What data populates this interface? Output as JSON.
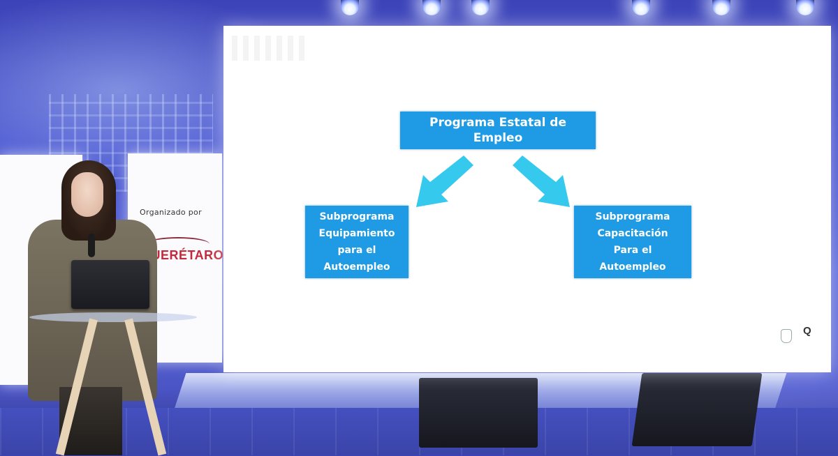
{
  "slide": {
    "top_box": "Programa Estatal de\nEmpleo",
    "left_box": "Subprograma\nEquipamiento\npara el\nAutoempleo",
    "right_box": "Subprograma\nCapacitación\nPara el\nAutoempleo",
    "box_color": "#1f9ae5",
    "arrow_color": "#35c9ee",
    "corner_logo": "Q"
  },
  "stage": {
    "banner_text": "Organizado por",
    "banner_brand": "QUERÉTARO",
    "brand_color": "#c2293a"
  }
}
